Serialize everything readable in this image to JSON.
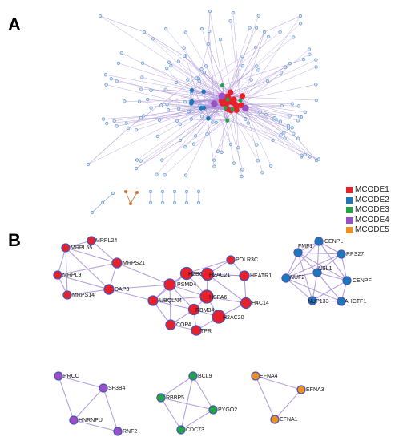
{
  "panels": {
    "a": "A",
    "b": "B"
  },
  "colors": {
    "MCODE1": "#e8202a",
    "MCODE2": "#1a7ab8",
    "MCODE3": "#22a344",
    "MCODE4": "#9b4fc4",
    "MCODE5": "#f0901c",
    "node_default": "#cfe6f5",
    "node_stroke": "#5a86c8",
    "edge": "#a98fd8",
    "small_edge": "#7fa3d8",
    "orange_triangle": "#c8763a"
  },
  "legend": [
    {
      "label": "MCODE1",
      "color": "#e8202a"
    },
    {
      "label": "MCODE2",
      "color": "#1a7ab8"
    },
    {
      "label": "MCODE3",
      "color": "#22a344"
    },
    {
      "label": "MCODE4",
      "color": "#9b4fc4"
    },
    {
      "label": "MCODE5",
      "color": "#f0901c"
    }
  ],
  "clusters": {
    "mcode1": {
      "color": "MCODE1",
      "nodes": [
        "MRPL24",
        "MRPL55",
        "MRPS21",
        "MRPL9",
        "DAP3",
        "MRPS14",
        "PSMD4",
        "H2BC18",
        "H2AC21",
        "POLR3C",
        "HEATR1",
        "UBQLN4",
        "HSPA6",
        "H4C14",
        "RBM34",
        "H2AC20",
        "COPA",
        "TPR"
      ],
      "edges": [
        [
          "MRPL24",
          "MRPL55"
        ],
        [
          "MRPL24",
          "MRPS21"
        ],
        [
          "MRPL55",
          "MRPL9"
        ],
        [
          "MRPL55",
          "MRPS21"
        ],
        [
          "MRPL55",
          "DAP3"
        ],
        [
          "MRPL55",
          "MRPS14"
        ],
        [
          "MRPL9",
          "MRPS14"
        ],
        [
          "MRPL9",
          "DAP3"
        ],
        [
          "MRPL9",
          "MRPS21"
        ],
        [
          "MRPS21",
          "DAP3"
        ],
        [
          "MRPS14",
          "DAP3"
        ],
        [
          "DAP3",
          "PSMD4"
        ],
        [
          "DAP3",
          "UBQLN4"
        ],
        [
          "MRPS21",
          "PSMD4"
        ],
        [
          "PSMD4",
          "H2BC18"
        ],
        [
          "PSMD4",
          "UBQLN4"
        ],
        [
          "PSMD4",
          "HSPA6"
        ],
        [
          "PSMD4",
          "RBM34"
        ],
        [
          "H2BC18",
          "H2AC21"
        ],
        [
          "H2BC18",
          "HSPA6"
        ],
        [
          "H2BC18",
          "UBQLN4"
        ],
        [
          "H2BC18",
          "POLR3C"
        ],
        [
          "H2BC18",
          "HEATR1"
        ],
        [
          "H2AC21",
          "HEATR1"
        ],
        [
          "H2AC21",
          "HSPA6"
        ],
        [
          "H2AC21",
          "H4C14"
        ],
        [
          "POLR3C",
          "HEATR1"
        ],
        [
          "POLR3C",
          "H2AC21"
        ],
        [
          "HEATR1",
          "H4C14"
        ],
        [
          "HSPA6",
          "H4C14"
        ],
        [
          "HSPA6",
          "H2AC20"
        ],
        [
          "HSPA6",
          "RBM34"
        ],
        [
          "UBQLN4",
          "RBM34"
        ],
        [
          "UBQLN4",
          "COPA"
        ],
        [
          "RBM34",
          "H2AC20"
        ],
        [
          "RBM34",
          "COPA"
        ],
        [
          "RBM34",
          "TPR"
        ],
        [
          "H2AC20",
          "TPR"
        ],
        [
          "H2AC20",
          "H4C14"
        ],
        [
          "COPA",
          "TPR"
        ],
        [
          "UBQLN4",
          "HSPA6"
        ],
        [
          "PSMD4",
          "COPA"
        ]
      ]
    },
    "mcode2": {
      "color": "MCODE2",
      "nodes": [
        "CENPL",
        "FMF1",
        "RPS27",
        "NUF2",
        "NSL1",
        "CENPF",
        "NUP133",
        "AHCTF1"
      ],
      "edges": [
        [
          "CENPL",
          "FMF1"
        ],
        [
          "CENPL",
          "RPS27"
        ],
        [
          "CENPL",
          "NUF2"
        ],
        [
          "CENPL",
          "NSL1"
        ],
        [
          "CENPL",
          "CENPF"
        ],
        [
          "FMF1",
          "RPS27"
        ],
        [
          "FMF1",
          "NUF2"
        ],
        [
          "FMF1",
          "NSL1"
        ],
        [
          "FMF1",
          "NUP133"
        ],
        [
          "FMF1",
          "CENPF"
        ],
        [
          "RPS27",
          "CENPF"
        ],
        [
          "RPS27",
          "NSL1"
        ],
        [
          "RPS27",
          "NUF2"
        ],
        [
          "NUF2",
          "NSL1"
        ],
        [
          "NUF2",
          "NUP133"
        ],
        [
          "NUF2",
          "AHCTF1"
        ],
        [
          "NSL1",
          "CENPF"
        ],
        [
          "NSL1",
          "NUP133"
        ],
        [
          "NSL1",
          "AHCTF1"
        ],
        [
          "CENPF",
          "AHCTF1"
        ],
        [
          "NUP133",
          "AHCTF1"
        ],
        [
          "CENPF",
          "NUP133"
        ]
      ]
    },
    "mcode4": {
      "color": "MCODE4",
      "nodes": [
        "PRCC",
        "SF3B4",
        "HNRNPU",
        "RNF2"
      ],
      "edges": [
        [
          "PRCC",
          "SF3B4"
        ],
        [
          "PRCC",
          "HNRNPU"
        ],
        [
          "SF3B4",
          "HNRNPU"
        ],
        [
          "SF3B4",
          "RNF2"
        ],
        [
          "HNRNPU",
          "RNF2"
        ]
      ]
    },
    "mcode3": {
      "color": "MCODE3",
      "nodes": [
        "BCL9",
        "RBBP5",
        "PYGO2",
        "CDC73"
      ],
      "edges": [
        [
          "BCL9",
          "RBBP5"
        ],
        [
          "BCL9",
          "PYGO2"
        ],
        [
          "BCL9",
          "CDC73"
        ],
        [
          "RBBP5",
          "PYGO2"
        ],
        [
          "RBBP5",
          "CDC73"
        ],
        [
          "PYGO2",
          "CDC73"
        ]
      ]
    },
    "mcode5": {
      "color": "MCODE5",
      "nodes": [
        "EFNA4",
        "EFNA3",
        "EFNA1"
      ],
      "edges": [
        [
          "EFNA4",
          "EFNA3"
        ],
        [
          "EFNA4",
          "EFNA1"
        ],
        [
          "EFNA3",
          "EFNA1"
        ]
      ]
    }
  }
}
